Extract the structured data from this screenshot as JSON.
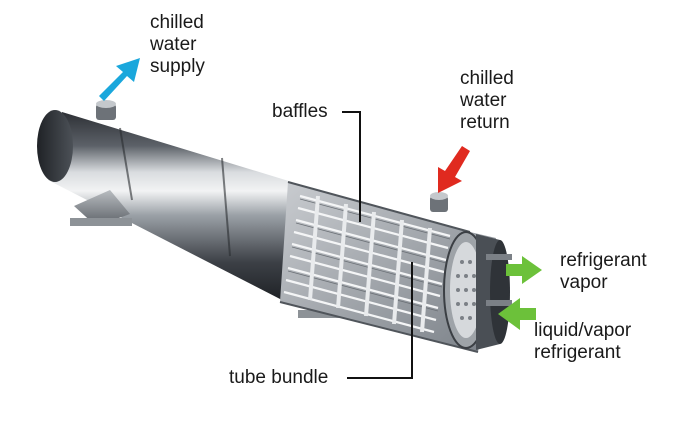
{
  "labels": {
    "chilled_water_supply": "chilled\nwater\nsupply",
    "chilled_water_return": "chilled\nwater\nreturn",
    "baffles": "baffles",
    "refrigerant_vapor": "refrigerant\nvapor",
    "liquid_vapor_refrigerant": "liquid/vapor\nrefrigerant",
    "tube_bundle": "tube bundle"
  },
  "colors": {
    "supply_arrow": "#1aa7dc",
    "return_arrow": "#e02a1f",
    "refrigerant_arrows": "#6cc13a",
    "shell_dark": "#3a3d43",
    "shell_light": "#e6e8ea",
    "leader_lines": "#111111"
  },
  "icons": {
    "supply": "arrow-up-right-icon",
    "return": "arrow-down-left-icon",
    "vapor_out": "arrow-right-icon",
    "liquid_in": "arrow-left-icon"
  }
}
